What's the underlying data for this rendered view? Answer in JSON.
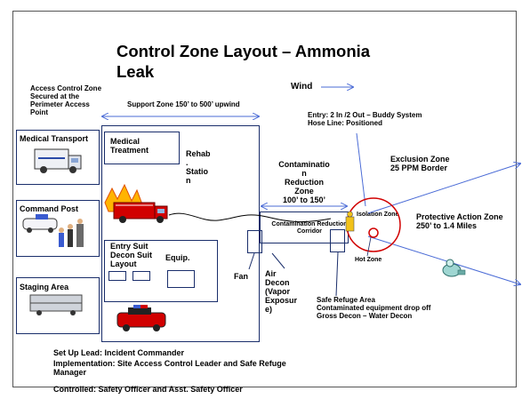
{
  "title": "Control Zone Layout – Ammonia Leak",
  "wind_label": "Wind",
  "access_control": "Access Control Zone\nSecured at the Perimeter Access Point",
  "support_zone": "Support Zone 150’ to 500’ upwind",
  "medical_transport": "Medical Transport",
  "command_post": "Command Post",
  "staging_area": "Staging Area",
  "medical_treatment": "Medical Treatment",
  "rehab_station": "Rehab\n.\nStatio\nn",
  "entry_suit": "Entry Suit\nDecon Suit\nLayout",
  "equip": "Equip.",
  "fan": "Fan",
  "air_decon": "Air\nDecon\n(Vapor\nExposur\ne)",
  "contamination_reduction_zone": "Contaminatio\nn\nReduction\nZone\n100’ to 150’",
  "contamination_reduction_corridor": "Contamination Reduction\nCorridor",
  "entry_info": "Entry: 2 In /2 Out – Buddy System\nHose Line: Positioned",
  "exclusion_zone": "Exclusion Zone\n25 PPM  Border",
  "isolation_zone": "Isolation Zone",
  "hot_zone": "Hot Zone",
  "protective_action_zone": "Protective Action Zone\n250’ to 1.4 Miles",
  "safe_refuge": "Safe Refuge Area\nContaminated equipment drop off\nGross Decon – Water Decon",
  "footer_setup": "Set Up Lead: Incident Commander",
  "footer_implementation": "Implementation: Site Access Control Leader and Safe Refuge\nManager",
  "footer_controlled": "Controlled: Safety Officer and Asst. Safety Officer",
  "colors": {
    "line": "#1a2e6b",
    "arrow": "#4a6bd6",
    "red": "#d10000"
  }
}
